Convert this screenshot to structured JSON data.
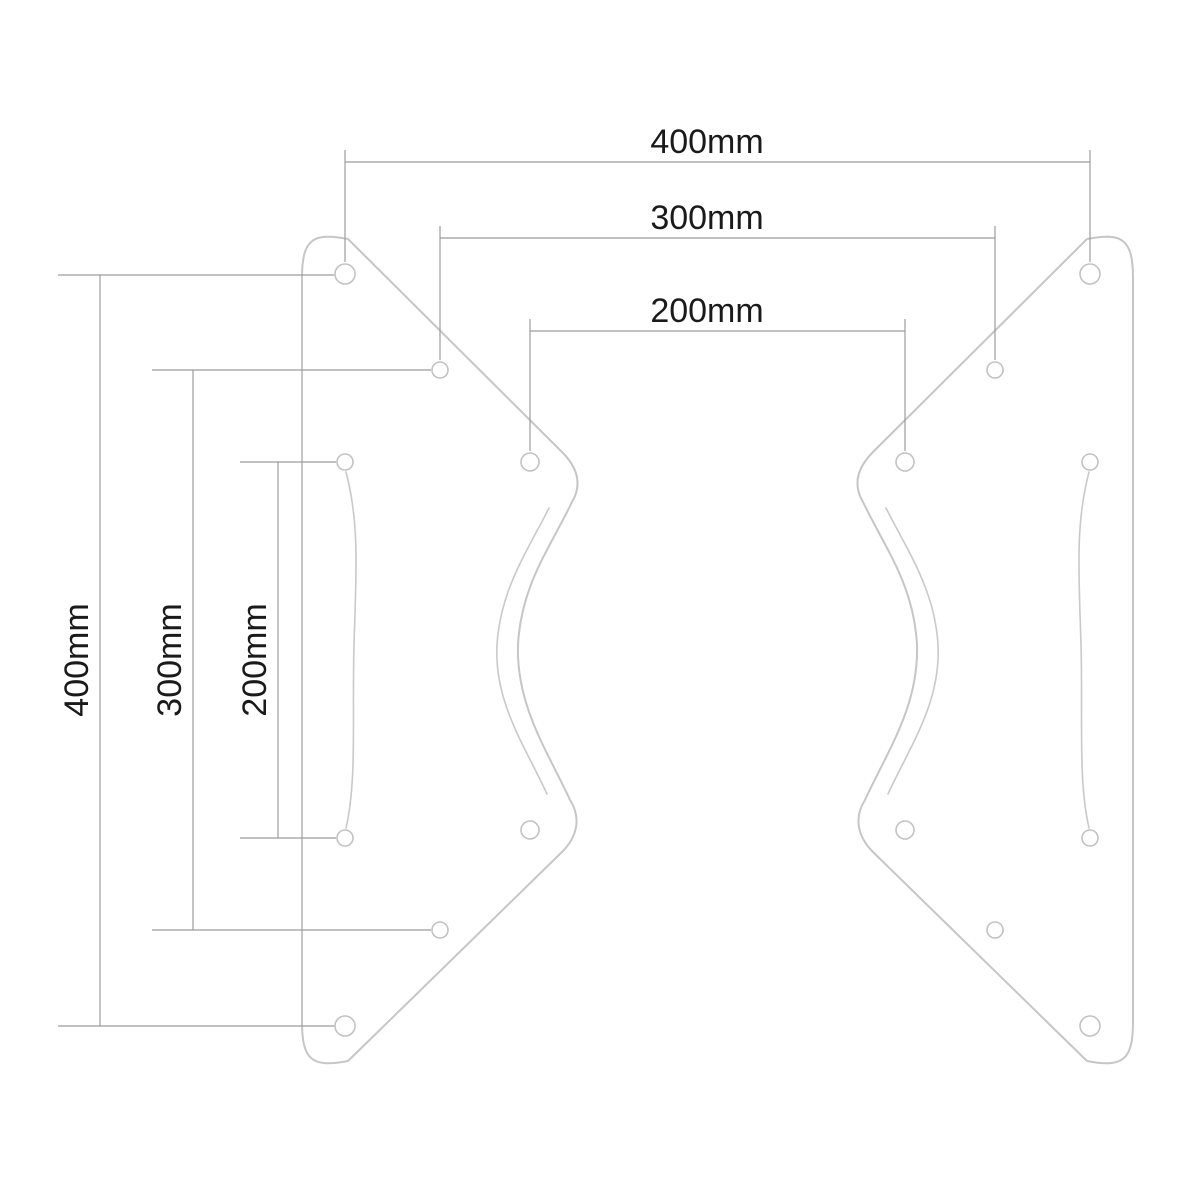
{
  "drawing": {
    "description": "Technical dimension drawing of two mirrored VESA adapter plates",
    "background_color": "#ffffff",
    "outline_color": "#c6c6c6",
    "dimension_line_color": "#9c9c9c",
    "text_color": "#1a1a1a",
    "horizontal_dimensions": [
      {
        "label": "400mm"
      },
      {
        "label": "300mm"
      },
      {
        "label": "200mm"
      }
    ],
    "vertical_dimensions": [
      {
        "label": "400mm"
      },
      {
        "label": "300mm"
      },
      {
        "label": "200mm"
      }
    ],
    "parts": [
      {
        "name": "left adapter plate",
        "hole_count": 8
      },
      {
        "name": "right adapter plate",
        "hole_count": 8
      }
    ]
  }
}
